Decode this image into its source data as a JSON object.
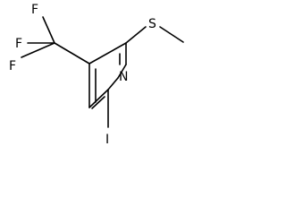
{
  "molecule": {
    "atoms": {
      "fluorine_top": "F",
      "fluorine_left": "F",
      "fluorine_bottom": "F",
      "nitrogen": "N",
      "sulfur": "S",
      "iodine": "I"
    }
  }
}
